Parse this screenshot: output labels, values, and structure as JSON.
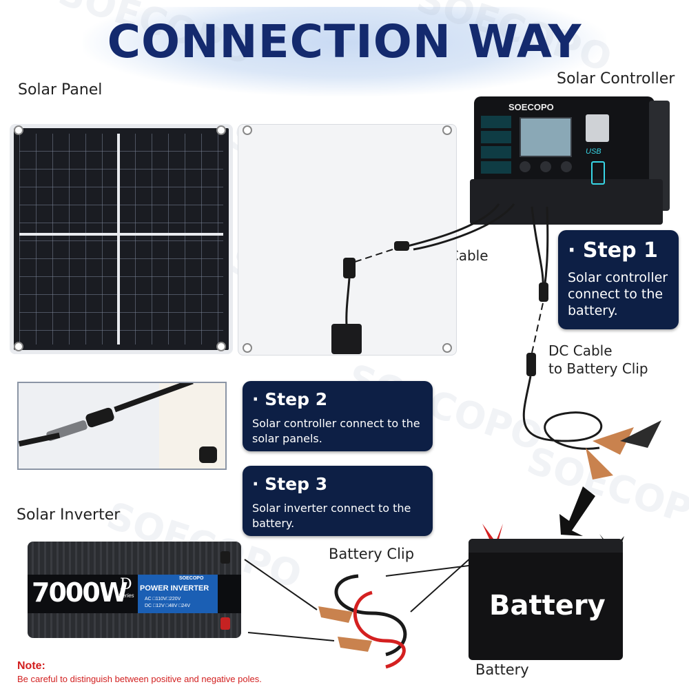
{
  "title": "CONNECTION WAY",
  "watermark": "SOECOPO",
  "labels": {
    "solar_panel": "Solar Panel",
    "solar_controller": "Solar Controller",
    "dc_cable": "DC Cable",
    "dc_cable_battery_1": "DC Cable",
    "dc_cable_battery_2": "to Battery Clip",
    "solar_inverter": "Solar Inverter",
    "battery_clip": "Battery Clip",
    "battery": "Battery"
  },
  "steps": [
    {
      "title": "· Step 1",
      "line1": "Solar controller",
      "line2": "connect to the",
      "line3": "battery."
    },
    {
      "title": "· Step 2",
      "line1": "Solar controller connect to the",
      "line2": "solar panels."
    },
    {
      "title": "· Step 3",
      "line1": "Solar inverter connect to the",
      "line2": "battery."
    }
  ],
  "controller": {
    "brand": "SOECOPO",
    "usb": "USB"
  },
  "inverter": {
    "wattage": "7000W",
    "series_letter": "D",
    "series_word": "Series",
    "brand": "SOECOPO",
    "name": "POWER INVERTER",
    "ac_spec": "AC □110V□220V",
    "dc_spec": "DC □12V □48V □24V"
  },
  "battery_text": "Battery",
  "note": {
    "heading": "Note:",
    "text": "Be careful to distinguish between positive and negative poles."
  },
  "colors": {
    "title": "#142a6e",
    "step_bg": "#0d1f45",
    "note": "#d21f1f",
    "clip_red": "#d42020"
  }
}
